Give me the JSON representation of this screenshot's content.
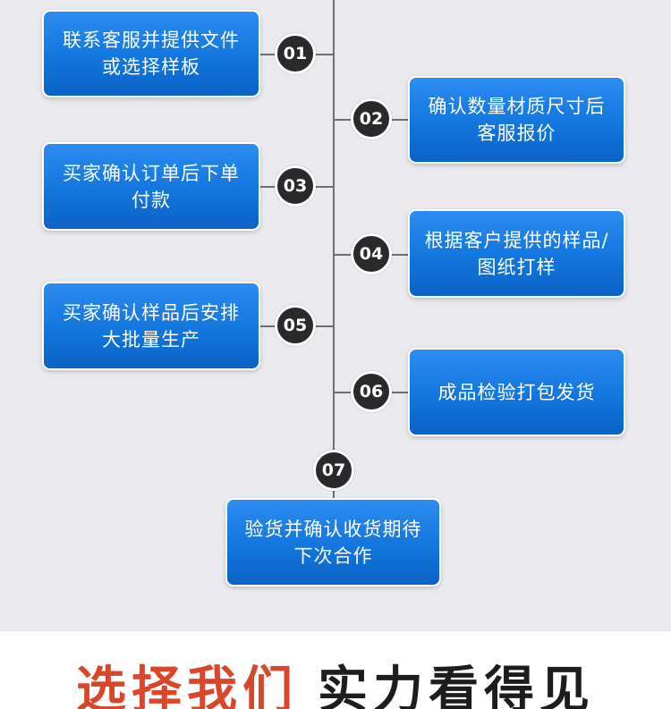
{
  "steps": [
    {
      "number": "01",
      "text": "联系客服并提供文件或选择样板"
    },
    {
      "number": "02",
      "text": "确认数量材质尺寸后客服报价"
    },
    {
      "number": "03",
      "text": "买家确认订单后下单付款"
    },
    {
      "number": "04",
      "text": "根据客户提供的样品/图纸打样"
    },
    {
      "number": "05",
      "text": "买家确认样品后安排大批量生产"
    },
    {
      "number": "06",
      "text": "成品检验打包发货"
    },
    {
      "number": "07",
      "text": "验货并确认收货期待下次合作"
    }
  ],
  "slogan": {
    "part_a": "选择我们",
    "part_b": "实力看得见"
  },
  "colors": {
    "card_blue": "#1276dd",
    "badge_dark": "#2a2a2c",
    "slogan_red": "#d9472b",
    "slogan_dark": "#1d1d1f",
    "background": "#e9e9ee"
  }
}
